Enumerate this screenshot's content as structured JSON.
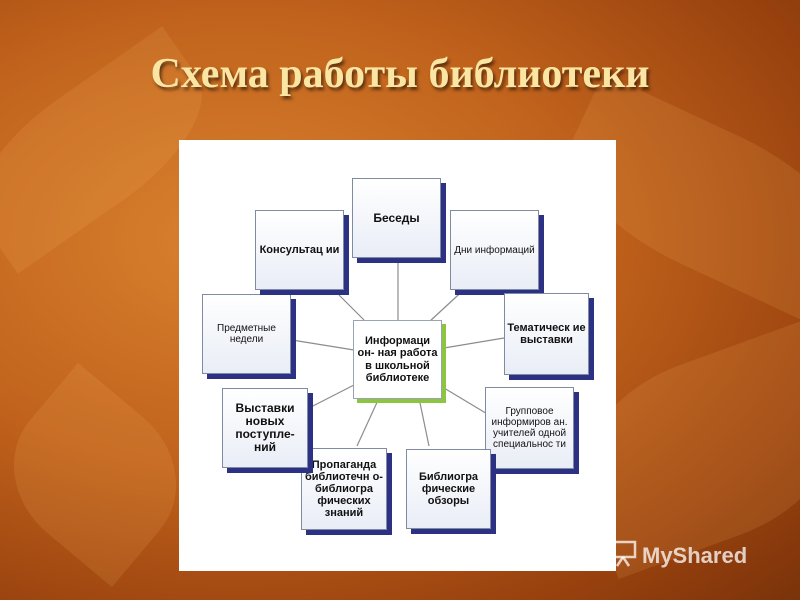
{
  "slide": {
    "title": "Схема работы библиотеки"
  },
  "diagram": {
    "center": "Информаци он- ная работа в школьной библиотеке",
    "nodes": [
      {
        "label": "Беседы"
      },
      {
        "label": "Дни информаций"
      },
      {
        "label": "Тематическ ие выставки"
      },
      {
        "label": "Групповое информиров ан. учителей одной специальнос ти"
      },
      {
        "label": "Библиогра фические обзоры"
      },
      {
        "label": "Пропаганда библиотечн о- библиогра фических знаний"
      },
      {
        "label": "Выставки новых поступле- ний"
      },
      {
        "label": "Предметные недели"
      },
      {
        "label": "Консультац ии"
      }
    ]
  },
  "watermark": {
    "text": "MyShared",
    "icon": "presentation-board-icon"
  }
}
